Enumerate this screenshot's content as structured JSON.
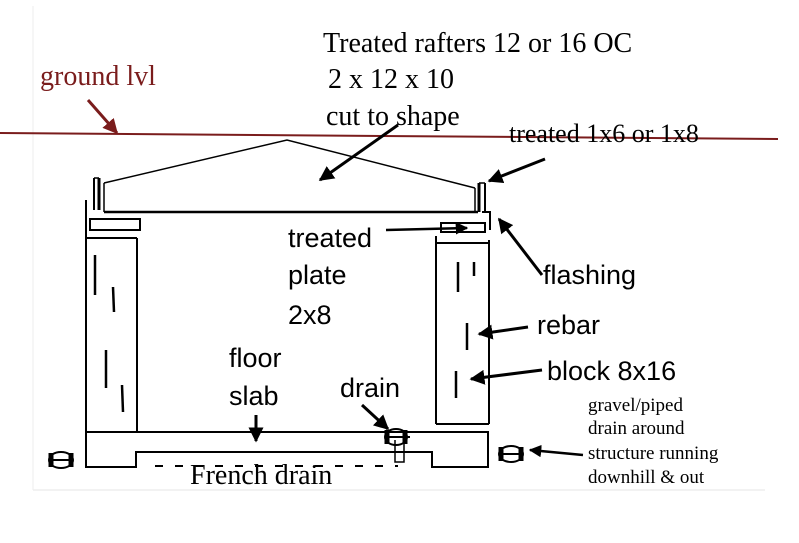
{
  "colors": {
    "ground_line": "#7a1c1c",
    "ground_text": "#7a1c1c",
    "ink": "#000000",
    "background": "#ffffff"
  },
  "labels": {
    "ground_level": "ground lvl",
    "rafters_line1": "Treated rafters 12 or 16 OC",
    "rafters_line2": "2 x 12 x 10",
    "rafters_line3": "cut to shape",
    "treated_boards": "treated 1x6 or 1x8",
    "plate_line1": "treated",
    "plate_line2": "plate",
    "plate_line3": "2x8",
    "flashing": "flashing",
    "rebar": "rebar",
    "block": "block 8x16",
    "floor_line1": "floor",
    "floor_line2": "slab",
    "drain": "drain",
    "gravel_line1": "gravel/piped",
    "gravel_line2": "drain around",
    "gravel_line3": "structure running",
    "gravel_line4": "downhill & out",
    "french_drain": "French drain"
  }
}
